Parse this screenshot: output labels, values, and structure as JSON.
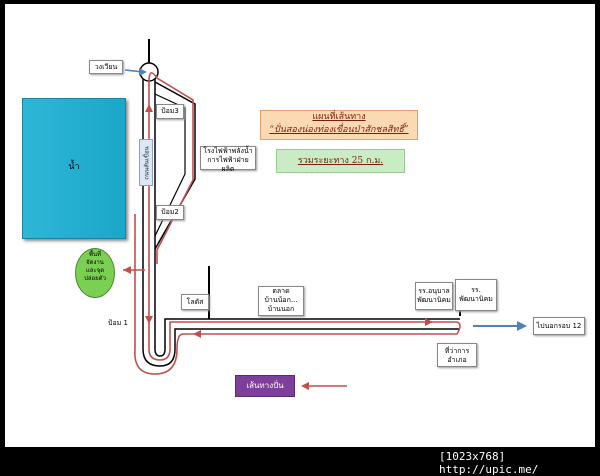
{
  "labels": {
    "roundabout": "วงเวียน",
    "lake": "น้ำ",
    "checkpoint_3": "ป้อม3",
    "checkpoint_2": "ป้อม2",
    "checkpoint_1": "ป้อม 1",
    "road_side": "ถนนสันเขื่อน",
    "power_plant_1": "โรงไฟฟ้าพลังน้ำ",
    "power_plant_2": "การไฟฟ้าฝ่ายผลิต",
    "zone_1": "พื้นที่",
    "zone_2": "จัดงาน",
    "zone_3": "และจุด",
    "zone_4": "ปล่อยตัว",
    "lotus": "โลตัส",
    "market_1": "ตลาด",
    "market_2": "บ้านน้อก...",
    "market_3": "บ้านนอก",
    "school_1": "รร.อนุบาล",
    "school_2": "พัฒนานิคม",
    "school_b1": "รร.",
    "school_b2": "พัฒนานิคม",
    "district_1": "ที่ว่าการ",
    "district_2": "อำเภอ",
    "to_lopburi": "ไปนอกรอบ 12"
  },
  "title_line1": "แผนที่เส้นทาง",
  "title_line2": "“ปั่นสองน่องท่องเขื่อนป่าสักชลสิทธิ์”",
  "distance": "รวมระยะทาง 25 ก.ม.",
  "legend": "เส้นทางปั่น",
  "footer": "[1023x768] http://upic.me/",
  "colors": {
    "route": "#c0504d",
    "arrow": "#4f81bd",
    "legend": "#7e3f9a",
    "lake": "#1aa7c9",
    "zone": "#7ad053"
  }
}
